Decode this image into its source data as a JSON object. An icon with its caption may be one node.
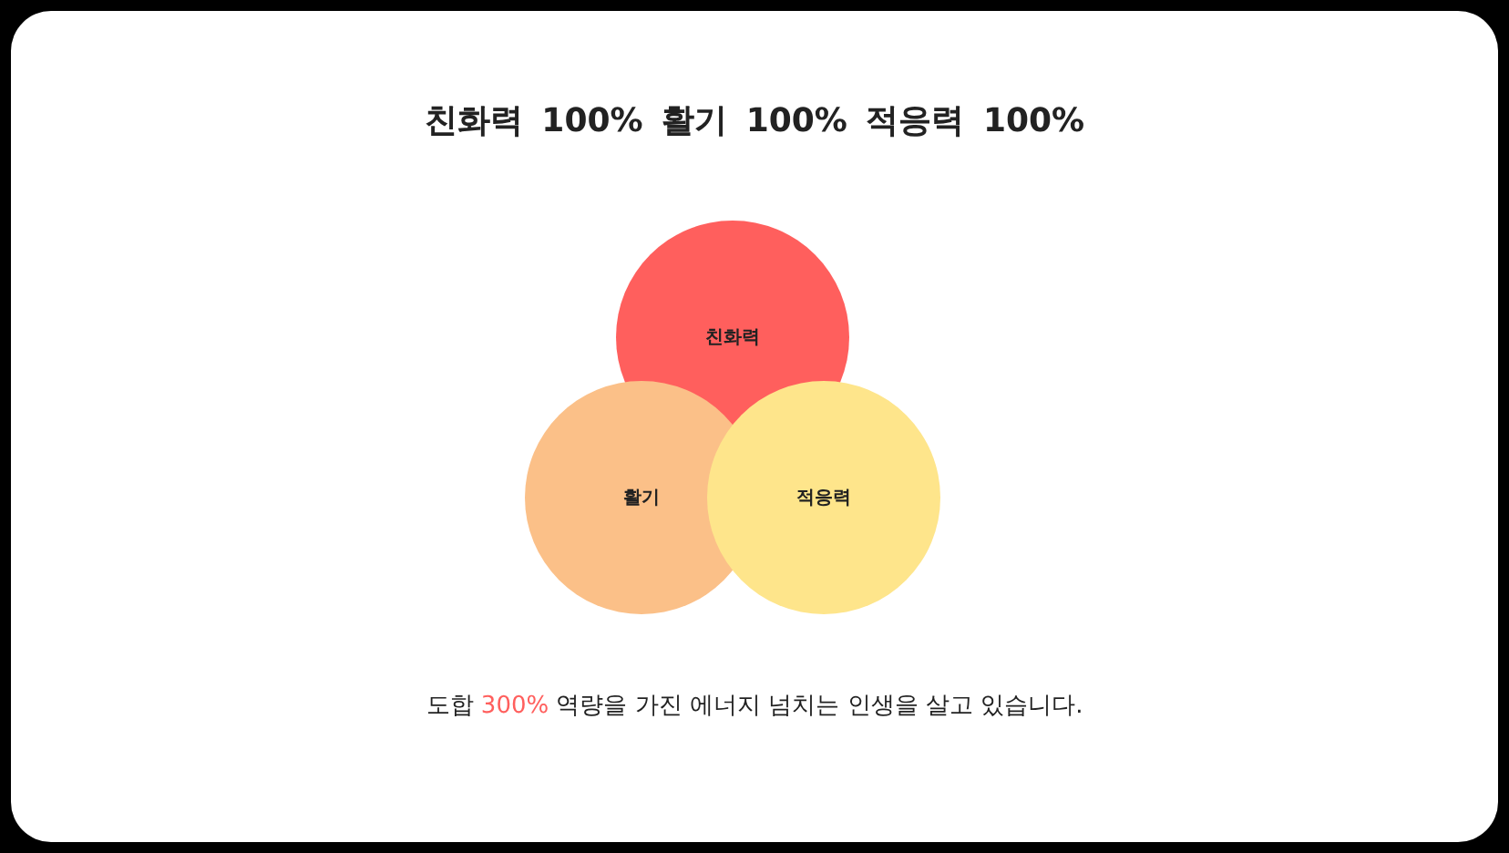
{
  "diagram": {
    "title": "친화력 100% 활기 100% 적응력 100%",
    "nodes": [
      {
        "text": [
          "친화력"
        ]
      },
      {
        "text": [
          "활기"
        ]
      },
      {
        "text": [
          "적응력"
        ]
      }
    ],
    "caption": "도합 300% 역량을 가진 에너지 넘치는 인생을 살고 있습니다."
  }
}
